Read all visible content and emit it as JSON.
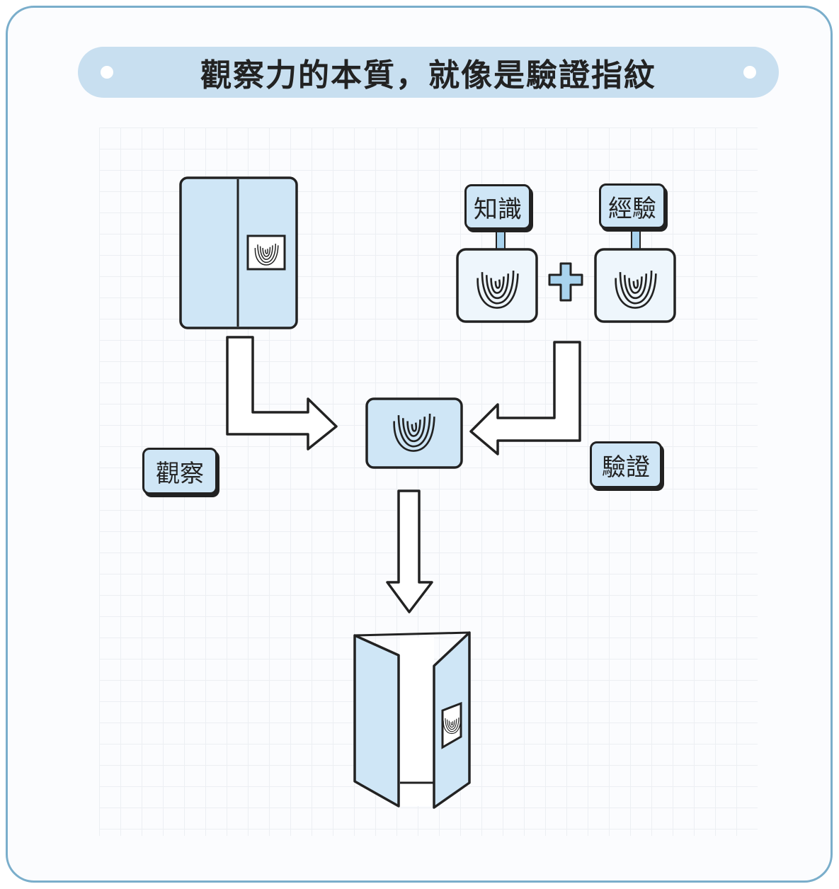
{
  "title": "觀察力的本質，就像是驗證指紋",
  "labels": {
    "knowledge": "知識",
    "experience": "經驗",
    "observation": "觀察",
    "verification": "驗證"
  },
  "colors": {
    "frame": "#7aaecb",
    "banner": "#c8dff0",
    "box_fill": "#cfe6f6",
    "card_fill": "#eef6fc",
    "stroke": "#222222"
  }
}
